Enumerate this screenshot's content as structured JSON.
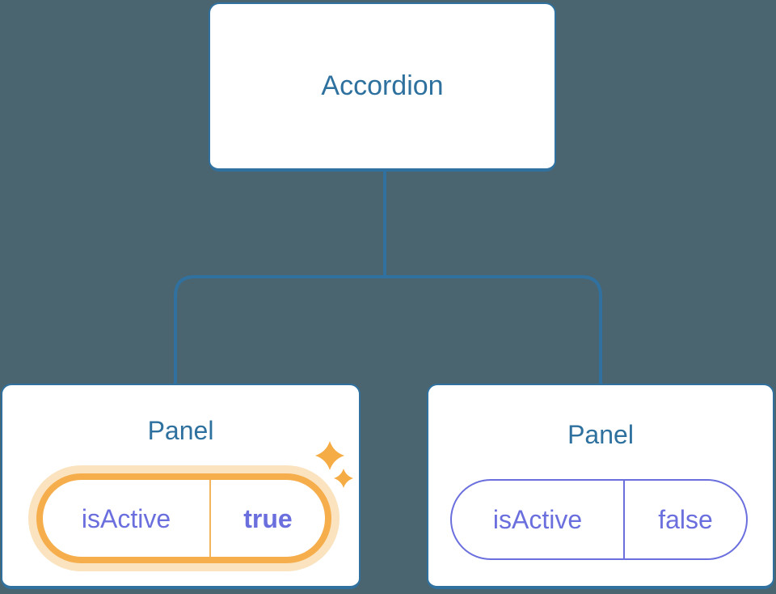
{
  "diagram": {
    "root": {
      "label": "Accordion"
    },
    "children": [
      {
        "label": "Panel",
        "state": {
          "name": "isActive",
          "value": "true",
          "highlighted": true
        }
      },
      {
        "label": "Panel",
        "state": {
          "name": "isActive",
          "value": "false",
          "highlighted": false
        }
      }
    ]
  },
  "icons": {
    "sparkle": "sparkle-icon"
  },
  "colors": {
    "background": "#4B6570",
    "node_fill": "#FFFFFF",
    "node_border": "#30719F",
    "node_text": "#2E719F",
    "state_text": "#6B6FDE",
    "highlight_ring": "#F6AE4D",
    "highlight_glow": "#FAE3BE",
    "highlight_divider": "#F4B45C",
    "sparkle": "#F6AC45"
  }
}
